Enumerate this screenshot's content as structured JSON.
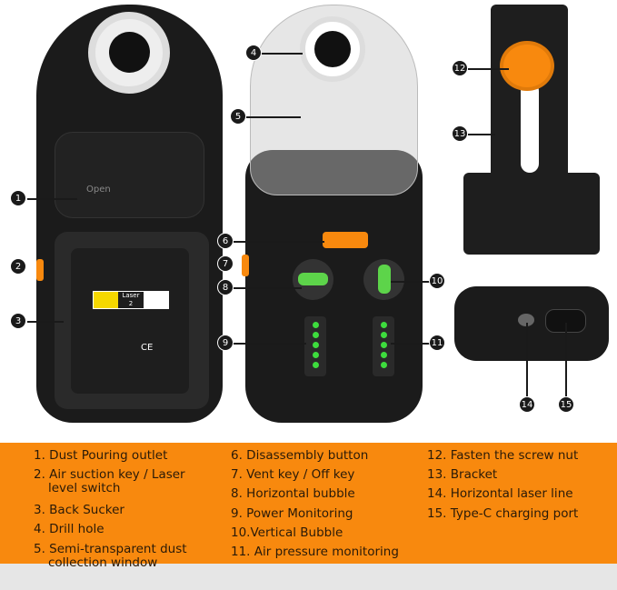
{
  "device_labels": {
    "open": "Open",
    "laser": "Laser",
    "laser_class": "2",
    "ce": "CE"
  },
  "callouts": [
    "1",
    "2",
    "3",
    "4",
    "5",
    "6",
    "7",
    "8",
    "9",
    "10",
    "11",
    "12",
    "13",
    "14",
    "15"
  ],
  "legend": {
    "col1": [
      "1.  Dust Pouring outlet",
      "2.  Air suction key / Laser level switch",
      "3.  Back Sucker",
      "4.  Drill hole",
      "5.  Semi-transparent dust collection window"
    ],
    "col2": [
      "6. Disassembly button",
      "7. Vent key / Off key",
      "8. Horizontal bubble",
      "9. Power Monitoring",
      "10.Vertical Bubble",
      "11. Air pressure monitoring"
    ],
    "col3": [
      "12. Fasten the screw nut",
      "13. Bracket",
      "14. Horizontal laser line",
      "15. Type-C charging port"
    ]
  },
  "colors": {
    "accent": "#f8890e",
    "device": "#1b1b1b",
    "led": "#3ddc3d"
  }
}
